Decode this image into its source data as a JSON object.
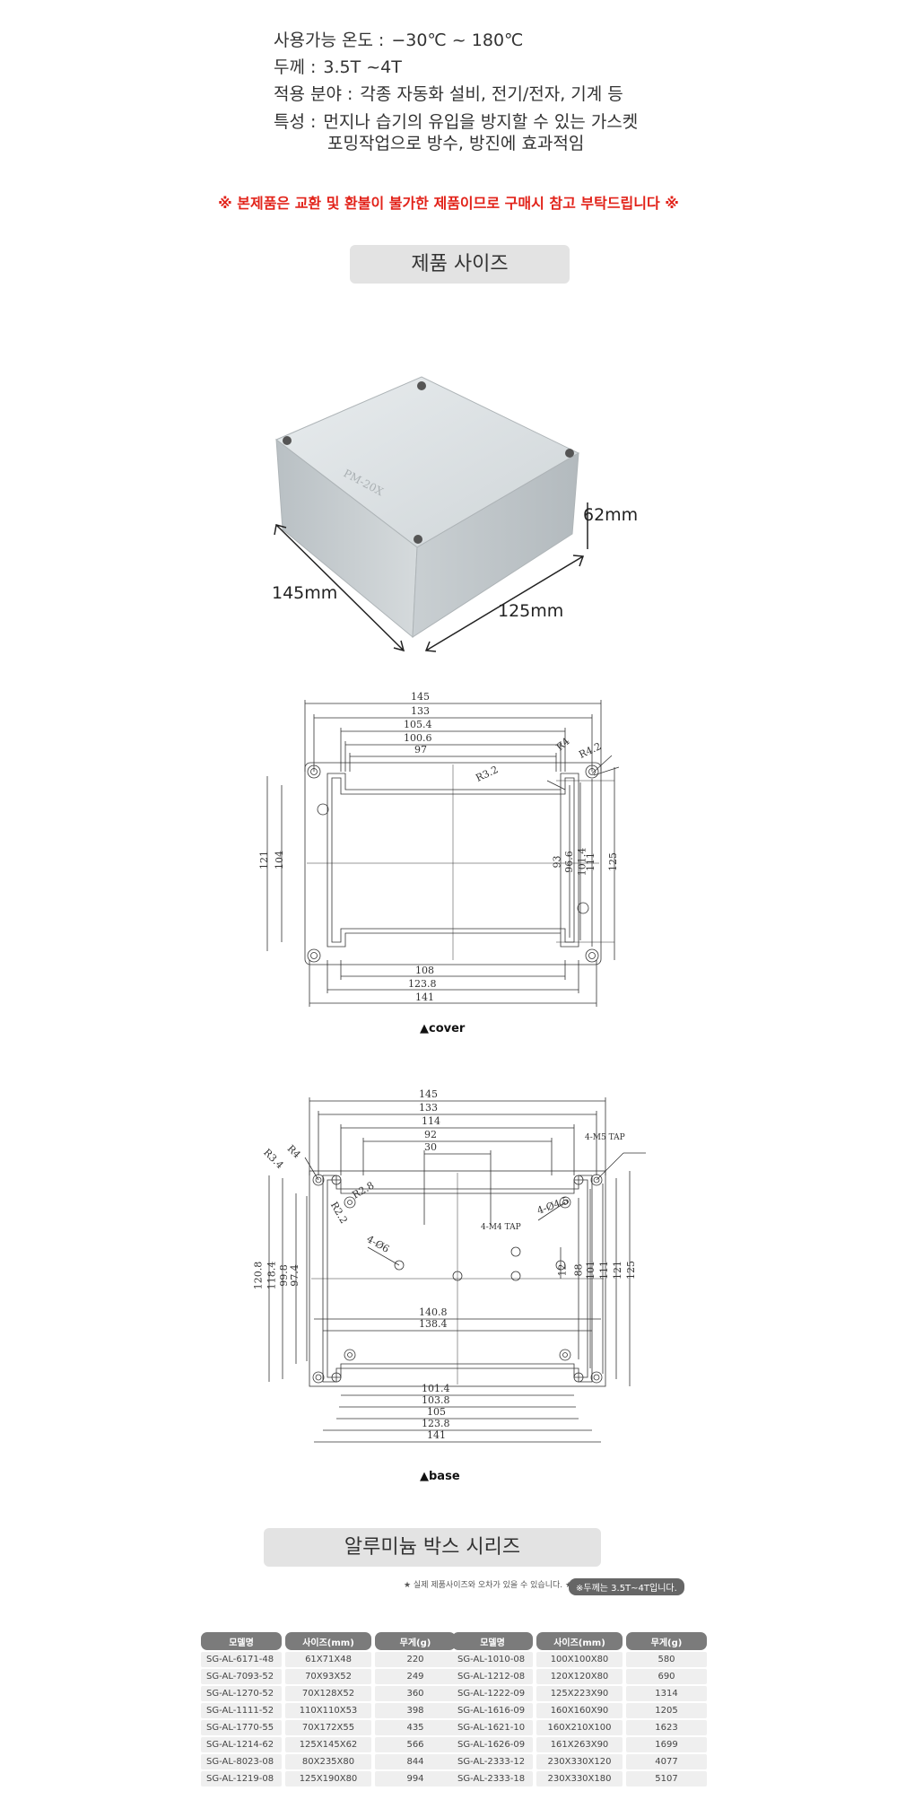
{
  "specs": [
    {
      "label": "사용가능 온도",
      "value": "−30℃ ~ 180℃"
    },
    {
      "label": "두께",
      "value": "3.5T ~4T"
    },
    {
      "label": "적용 분야",
      "value": "각종 자동화 설비, 전기/전자, 기계 등"
    },
    {
      "label": "특성",
      "value": "먼지나 습기의 유입을 방지할 수 있는 가스켓",
      "cont": "포밍작업으로 방수, 방진에 효과적임"
    }
  ],
  "notice": "※ 본제품은 교환 및 환불이 불가한 제품이므로 구매시 참고 부탁드립니다 ※",
  "sections": {
    "size_title": "제품 사이즈",
    "series_title": "알루미늄 박스 시리즈"
  },
  "photo_dims": {
    "width": "145mm",
    "depth": "125mm",
    "height": "62mm"
  },
  "cover_drawing": {
    "caption": "▲cover",
    "top_dims": [
      "145",
      "133",
      "105.4",
      "100.6",
      "97"
    ],
    "radii": [
      "R4",
      "R4.2",
      "R3.2"
    ],
    "left_dims": [
      "121",
      "104"
    ],
    "right_dims": [
      "93",
      "96.6",
      "101.4",
      "111",
      "125"
    ],
    "bottom_dims": [
      "108",
      "123.8",
      "141"
    ]
  },
  "base_drawing": {
    "caption": "▲base",
    "top_dims": [
      "145",
      "133",
      "114",
      "92",
      "30"
    ],
    "notes": [
      "4-M5 TAP",
      "4-Ø4.5",
      "4-M4 TAP",
      "4-Ø6",
      "R3.4",
      "R4",
      "R2.8",
      "R2.2"
    ],
    "left_dims": [
      "120.8",
      "118.4",
      "99.8",
      "97.4"
    ],
    "right_dims": [
      "12",
      "88",
      "101",
      "111",
      "121",
      "125"
    ],
    "mid_dims": [
      "140.8",
      "138.4"
    ],
    "bottom_dims": [
      "101.4",
      "103.8",
      "105",
      "123.8",
      "141"
    ]
  },
  "notes": {
    "size_note": "★ 실제 제품사이즈와 오차가 있을 수 있습니다. ★",
    "thickness_badge": "※두께는 3.5T~4T입니다."
  },
  "table_headers": [
    "모델명",
    "사이즈(mm)",
    "무게(g)"
  ],
  "table_left": [
    [
      "SG-AL-6171-48",
      "61X71X48",
      "220"
    ],
    [
      "SG-AL-7093-52",
      "70X93X52",
      "249"
    ],
    [
      "SG-AL-1270-52",
      "70X128X52",
      "360"
    ],
    [
      "SG-AL-1111-52",
      "110X110X53",
      "398"
    ],
    [
      "SG-AL-1770-55",
      "70X172X55",
      "435"
    ],
    [
      "SG-AL-1214-62",
      "125X145X62",
      "566"
    ],
    [
      "SG-AL-8023-08",
      "80X235X80",
      "844"
    ],
    [
      "SG-AL-1219-08",
      "125X190X80",
      "994"
    ]
  ],
  "table_right": [
    [
      "SG-AL-1010-08",
      "100X100X80",
      "580"
    ],
    [
      "SG-AL-1212-08",
      "120X120X80",
      "690"
    ],
    [
      "SG-AL-1222-09",
      "125X223X90",
      "1314"
    ],
    [
      "SG-AL-1616-09",
      "160X160X90",
      "1205"
    ],
    [
      "SG-AL-1621-10",
      "160X210X100",
      "1623"
    ],
    [
      "SG-AL-1626-09",
      "161X263X90",
      "1699"
    ],
    [
      "SG-AL-2333-12",
      "230X330X120",
      "4077"
    ],
    [
      "SG-AL-2333-18",
      "230X330X180",
      "5107"
    ]
  ]
}
